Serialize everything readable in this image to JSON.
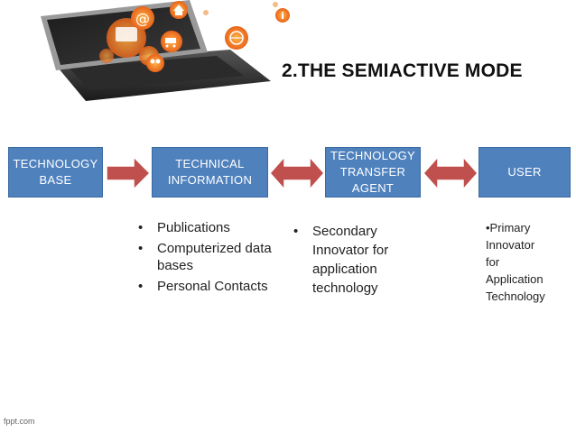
{
  "title": "2.THE SEMIACTIVE MODE",
  "boxes": {
    "technology_base": "TECHNOLOGY\nBASE",
    "technical_information": "TECHNICAL\nINFORMATION",
    "technology_transfer_agent": "TECHNOLOGY\nTRANSFER\nAGENT",
    "user": "USER"
  },
  "technical_information_bullets": [
    "Publications",
    "Computerized data bases",
    "Personal Contacts"
  ],
  "transfer_agent_bullets": [
    "Secondary Innovator for application technology"
  ],
  "user_note": "•Primary\nInnovator\nfor\nApplication\nTechnology",
  "footer": "fppt.com",
  "colors": {
    "box_fill": "#4f81bd",
    "arrow_fill": "#c0504d"
  }
}
